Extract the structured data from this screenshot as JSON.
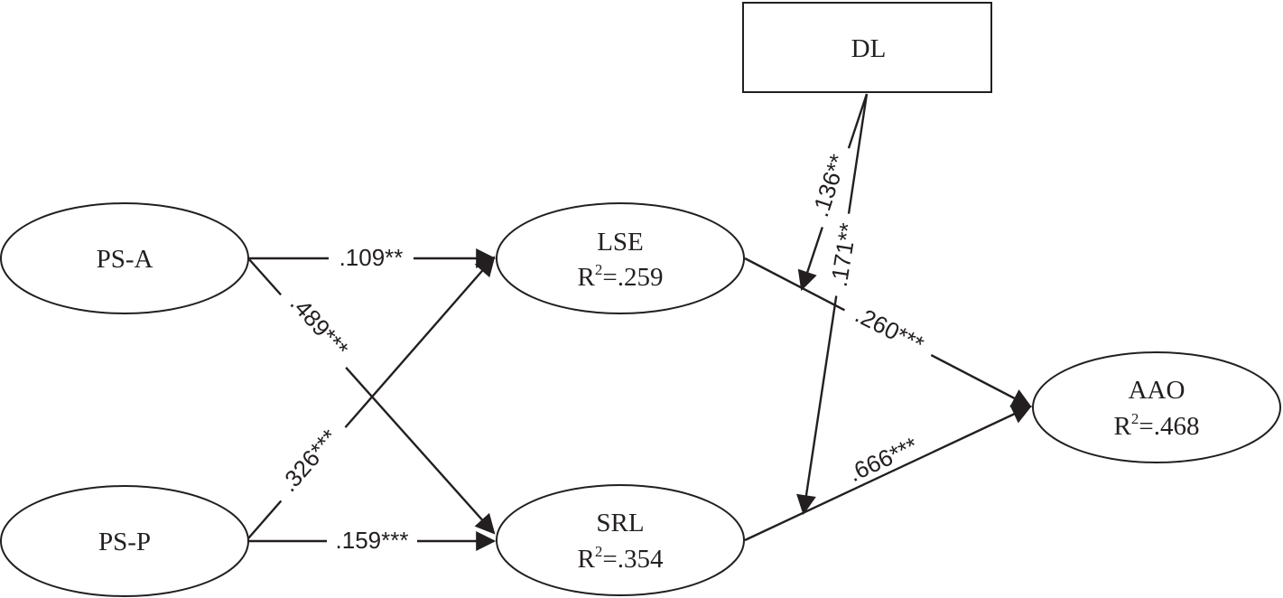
{
  "nodes": {
    "dl": {
      "label": "DL"
    },
    "ps_a": {
      "label": "PS-A"
    },
    "ps_p": {
      "label": "PS-P"
    },
    "lse": {
      "label": "LSE",
      "r2_prefix": "R",
      "r2_sup": "2",
      "r2_value": "=.259"
    },
    "srl": {
      "label": "SRL",
      "r2_prefix": "R",
      "r2_sup": "2",
      "r2_value": "=.354"
    },
    "aao": {
      "label": "AAO",
      "r2_prefix": "R",
      "r2_sup": "2",
      "r2_value": "=.468"
    }
  },
  "edges": {
    "psa_lse": {
      "from": "PS-A",
      "to": "LSE",
      "label": ".109**"
    },
    "psa_srl": {
      "from": "PS-A",
      "to": "SRL",
      "label": ".489***"
    },
    "psp_lse": {
      "from": "PS-P",
      "to": "LSE",
      "label": ".326***"
    },
    "psp_srl": {
      "from": "PS-P",
      "to": "SRL",
      "label": ".159***"
    },
    "lse_aao": {
      "from": "LSE",
      "to": "AAO",
      "label": ".260***"
    },
    "srl_aao": {
      "from": "SRL",
      "to": "AAO",
      "label": ".666***"
    },
    "dl_lse_aao": {
      "from": "DL",
      "to": "LSE→AAO",
      "label": ".136**"
    },
    "dl_srl_aao": {
      "from": "DL",
      "to": "SRL→AAO",
      "label": ".171**"
    }
  }
}
